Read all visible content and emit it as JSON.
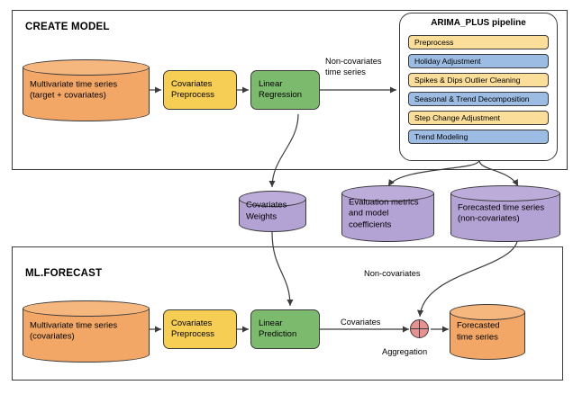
{
  "diagram": {
    "title": "BigQuery ARIMA_PLUS_XREG multivariate forecasting flow",
    "colors": {
      "orange": "#F2A766",
      "purple": "#B3A2D4",
      "yellow_box": "#F7CE54",
      "green_box": "#7CBB6E",
      "step_yellow": "#FBDE99",
      "step_blue": "#9CBCE4",
      "aggregation_red": "#E89191",
      "stroke": "#3b3b3b",
      "background": "#ffffff"
    }
  },
  "create_model": {
    "frame_title": "CREATE MODEL",
    "input_cylinder": "Multivariate time series\n(target + covariates)",
    "preprocess_box": "Covariates\nPreprocess",
    "regression_box": "Linear\nRegression",
    "edge_label_noncov": "Non-covariates\ntime series"
  },
  "pipeline": {
    "title": "ARIMA_PLUS pipeline",
    "steps": [
      {
        "label": "Preprocess",
        "color": "yellow"
      },
      {
        "label": "Holiday Adjustment",
        "color": "blue"
      },
      {
        "label": "Spikes & Dips Outlier Cleaning",
        "color": "yellow"
      },
      {
        "label": "Seasonal & Trend Decomposition",
        "color": "blue"
      },
      {
        "label": "Step Change Adjustment",
        "color": "yellow"
      },
      {
        "label": "Trend Modeling",
        "color": "blue"
      }
    ]
  },
  "artifacts": [
    {
      "name": "covariates-weights",
      "label": "Covariates\nWeights"
    },
    {
      "name": "evaluation-metrics",
      "label": "Evaluation metrics\nand model\ncoefficients"
    },
    {
      "name": "forecasted-noncovariates",
      "label": "Forecasted time series\n(non-covariates)"
    }
  ],
  "ml_forecast": {
    "frame_title": "ML.FORECAST",
    "input_cylinder": "Multivariate time series\n(covariates)",
    "preprocess_box": "Covariates\nPreprocess",
    "prediction_box": "Linear\nPrediction",
    "edge_label_covariates": "Covariates",
    "edge_label_noncovariates": "Non-covariates",
    "aggregation_label": "Aggregation",
    "output_cylinder": "Forecasted\ntime series"
  }
}
